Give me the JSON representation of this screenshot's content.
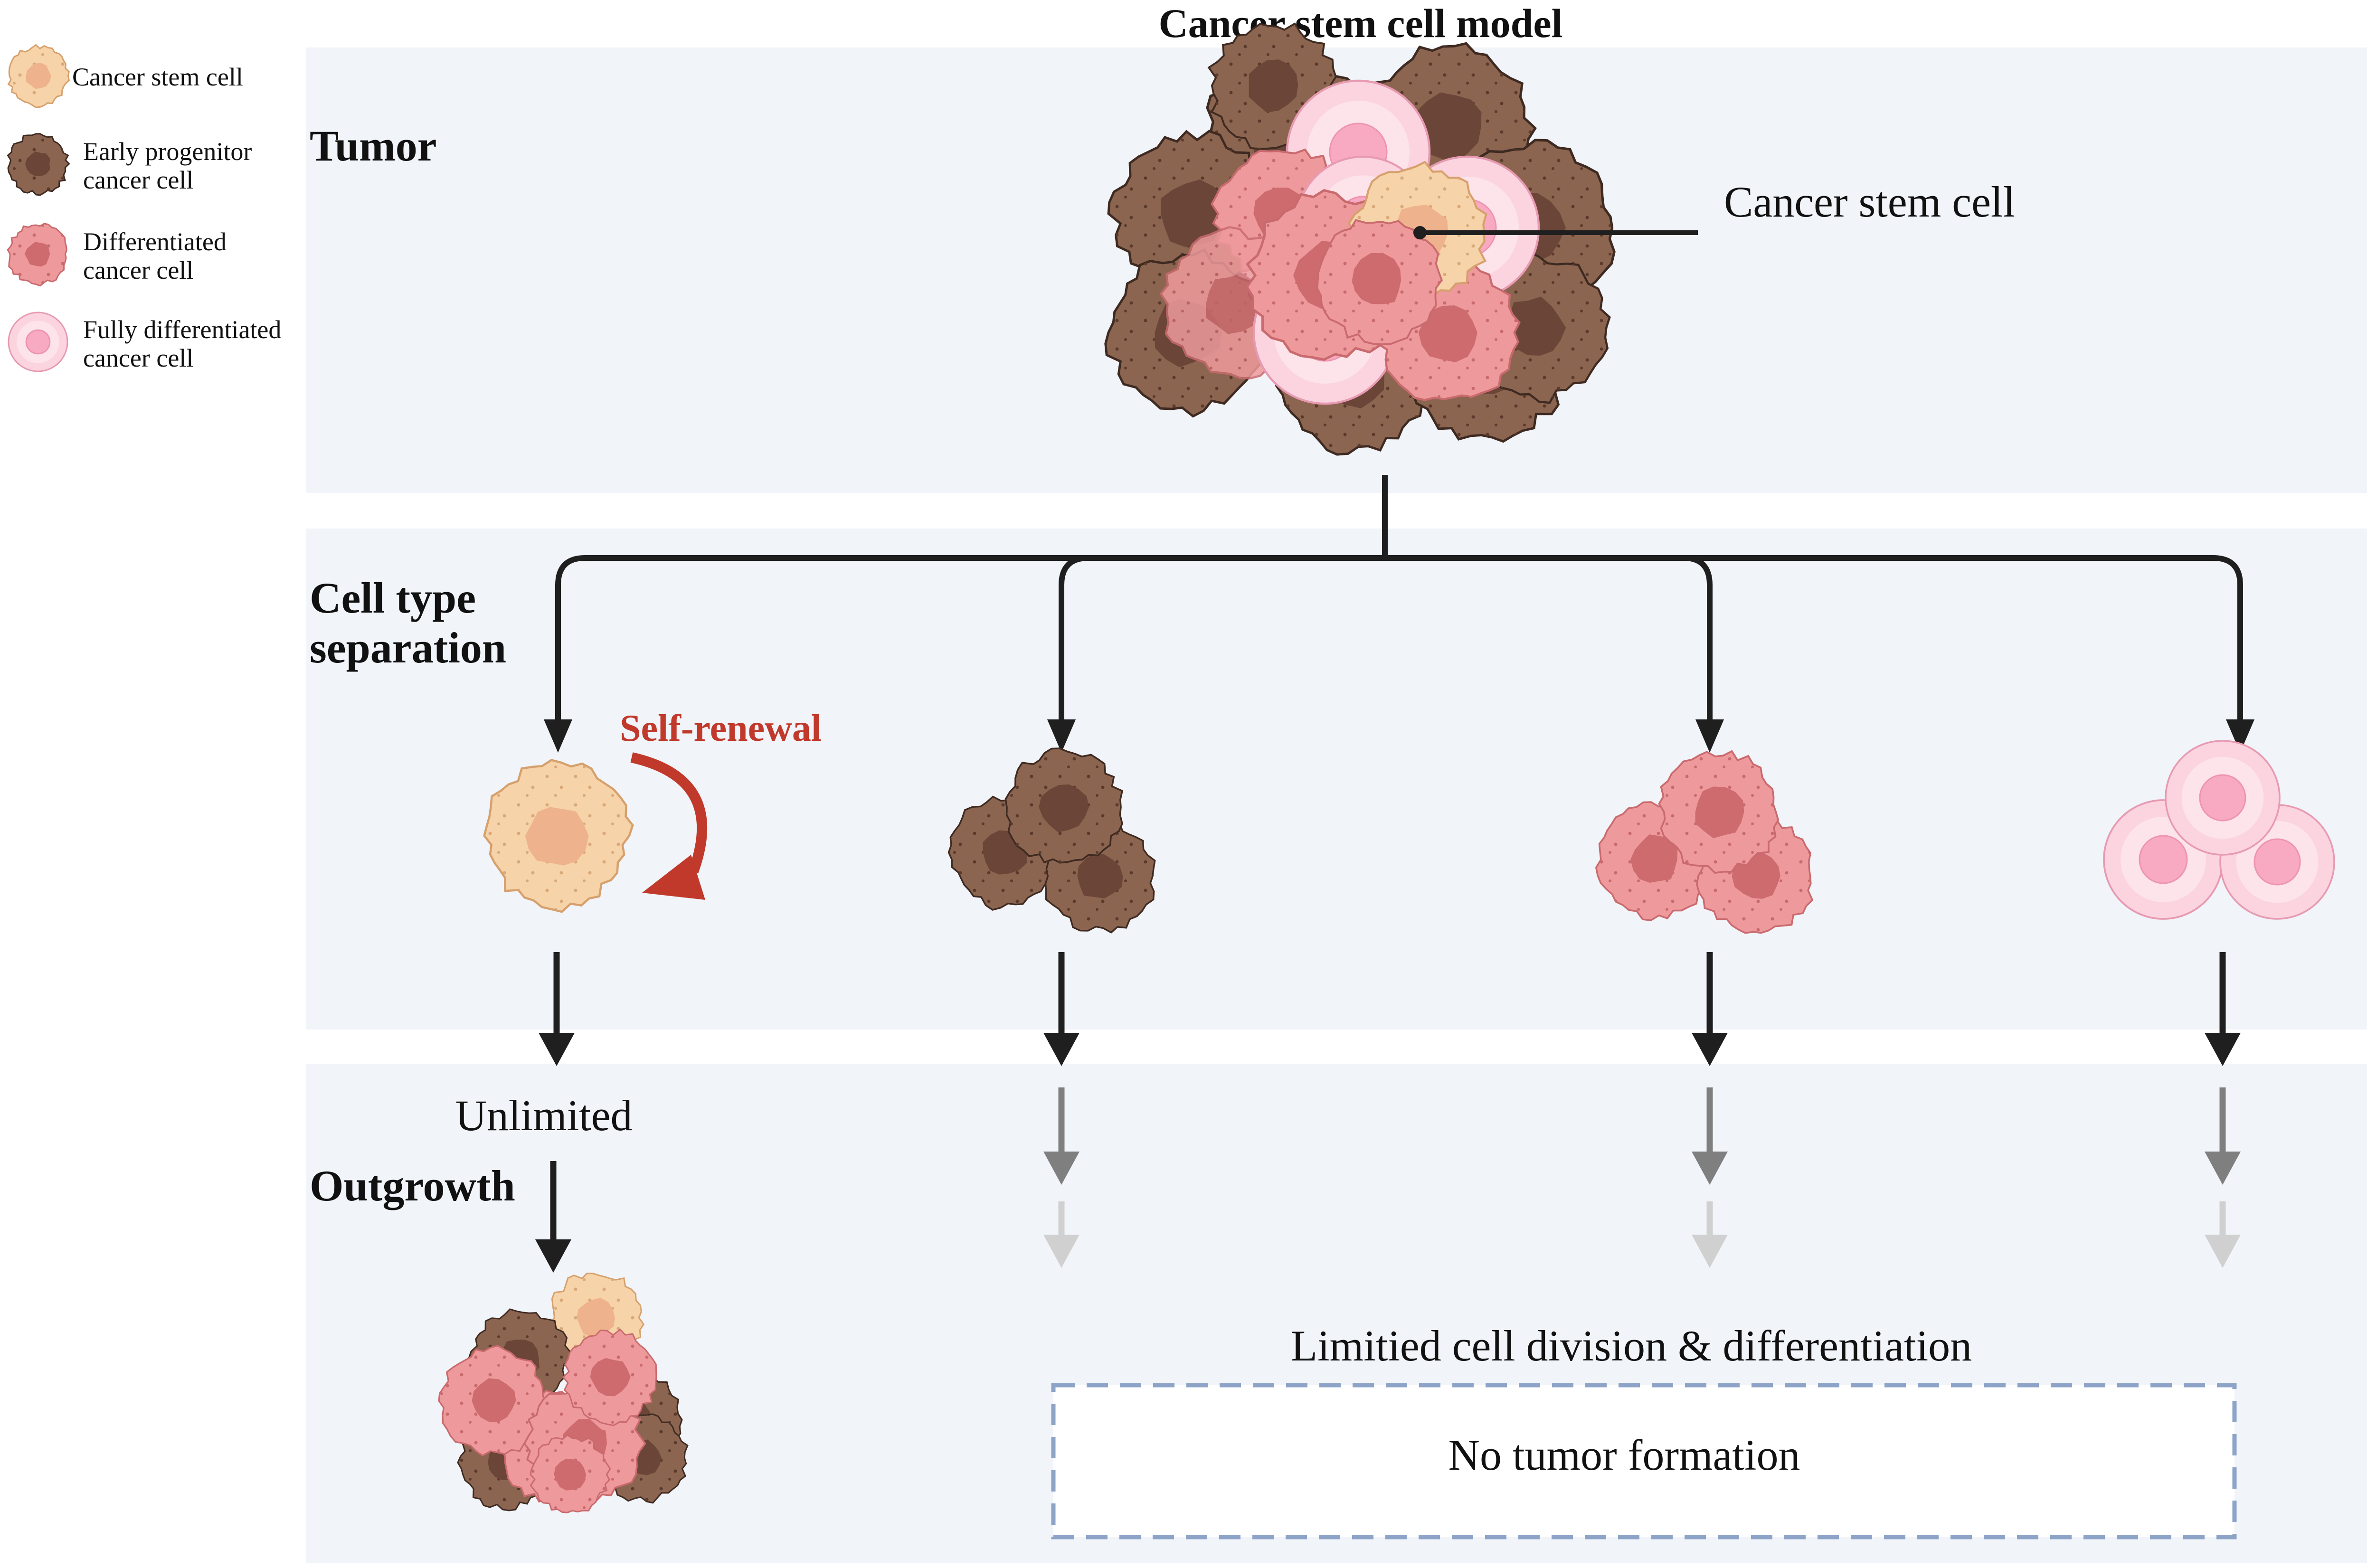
{
  "title": "Cancer stem cell model",
  "legend": {
    "items": [
      {
        "lines": [
          "Cancer stem cell"
        ],
        "type": "stem"
      },
      {
        "lines": [
          "Early progenitor",
          "cancer cell"
        ],
        "type": "progenitor"
      },
      {
        "lines": [
          "Differentiated",
          "cancer cell"
        ],
        "type": "differentiated"
      },
      {
        "lines": [
          "Fully differentiated",
          "cancer cell"
        ],
        "type": "full"
      }
    ]
  },
  "panels": {
    "tumor": {
      "label": "Tumor",
      "callout": "Cancer stem cell"
    },
    "separation": {
      "label_lines": [
        "Cell type",
        "separation"
      ],
      "self_renewal": "Self-renewal"
    },
    "outgrowth": {
      "label": "Outgrowth",
      "unlimited": "Unlimited",
      "limited": "Limitied cell division & differentiation",
      "no_tumor": "No tumor formation"
    }
  },
  "colors": {
    "panel_bg": "#f1f4f9",
    "stem_fill": "#f6d3a8",
    "stem_nucleus": "#eeb38d",
    "progenitor_fill": "#8c6551",
    "progenitor_nucleus": "#6b4537",
    "diff_fill": "#ee9a9c",
    "diff_nucleus": "#cd6b6f",
    "full_fill": "#fbd4df",
    "full_nucleus": "#f7aac2",
    "arrow_dark": "#1f1f1f",
    "arrow_mid": "#7f7f7f",
    "arrow_light": "#d0d0d0",
    "self_renewal": "#c0392b",
    "dashed_border": "#8da4c8"
  }
}
